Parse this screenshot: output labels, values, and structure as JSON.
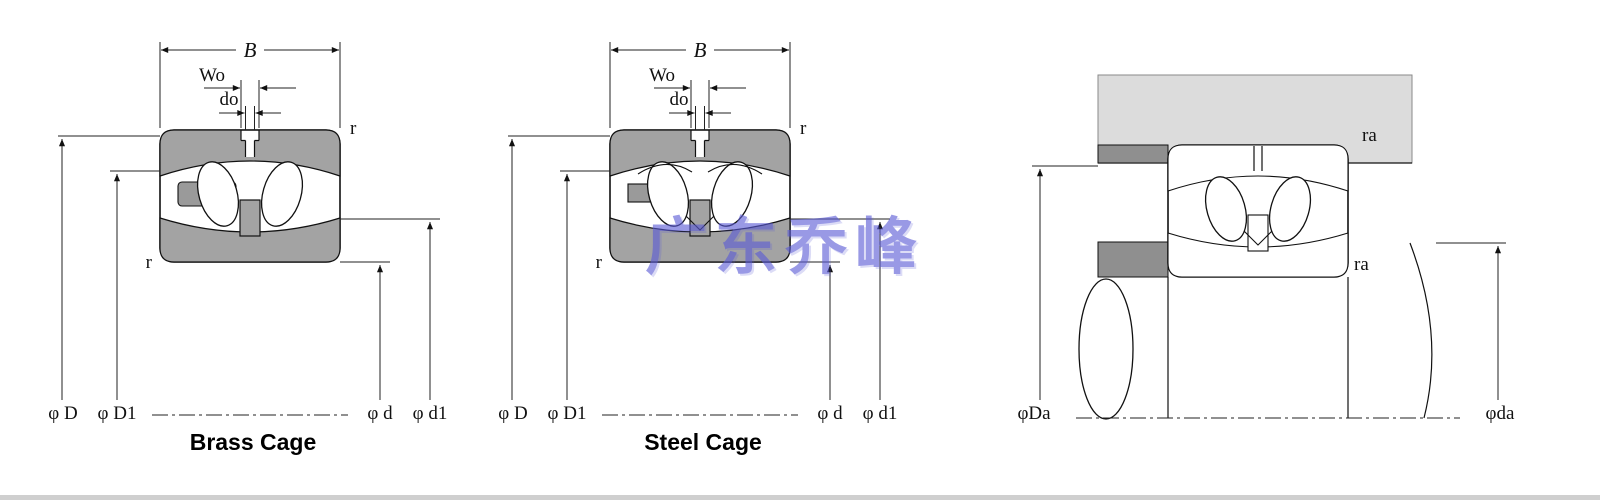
{
  "colors": {
    "ring_gray": "#a3a3a3",
    "cage_gray": "#9a9a9a",
    "housing_light_gray": "#dcdcdc",
    "spacer_dark_gray": "#8f8f8f",
    "line_black": "#111111",
    "watermark_blue": "#5b5bd6"
  },
  "watermark": {
    "text": "广东乔峰"
  },
  "brass": {
    "caption": "Brass Cage",
    "dim_B": "B",
    "dim_Wo": "Wo",
    "dim_do": "do",
    "r_top": "r",
    "r_bottom": "r",
    "phi_D": "φ D",
    "phi_D1": "φ D1",
    "phi_d": "φ d",
    "phi_d1": "φ d1"
  },
  "steel": {
    "caption": "Steel Cage",
    "dim_B": "B",
    "dim_Wo": "Wo",
    "dim_do": "do",
    "r_top": "r",
    "r_bottom": "r",
    "phi_D": "φ D",
    "phi_D1": "φ D1",
    "phi_d": "φ d",
    "phi_d1": "φ d1"
  },
  "mounting": {
    "r_a_top": "ra",
    "r_a_bottom": "ra",
    "phi_Da": "φDa",
    "phi_da": "φda"
  }
}
